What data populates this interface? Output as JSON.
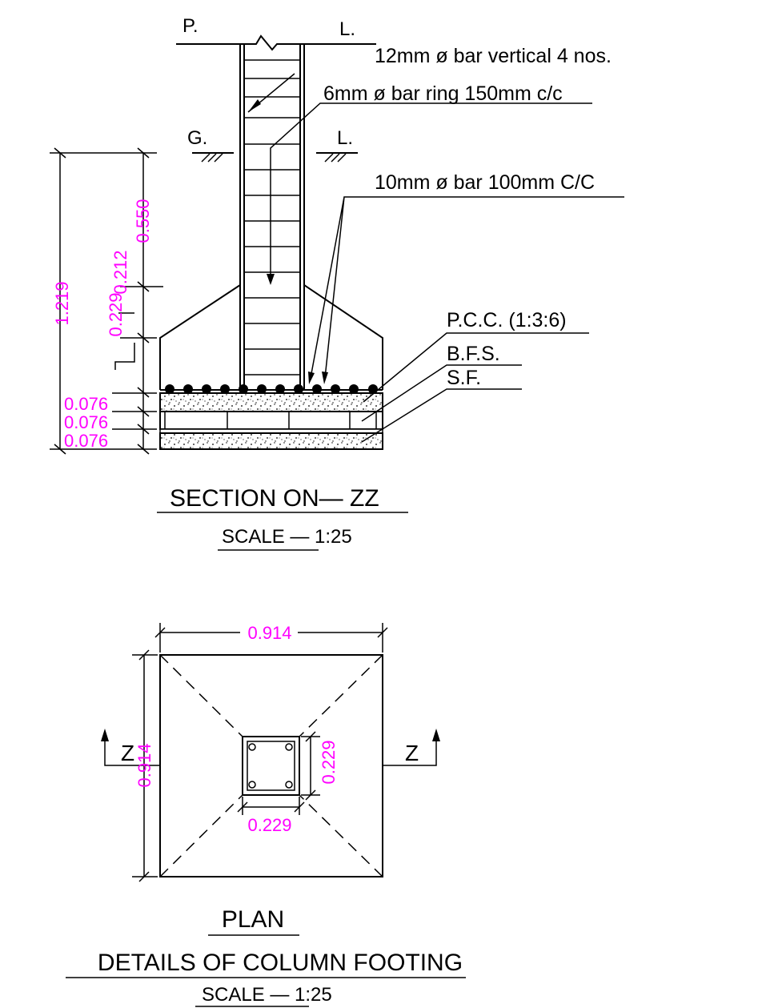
{
  "colors": {
    "line": "#000000",
    "dimension": "#ff00ff",
    "background": "#ffffff"
  },
  "section": {
    "plinth_level_left": "P.",
    "plinth_level_right": "L.",
    "ground_level_left": "G.",
    "ground_level_right": "L.",
    "label_vertical_bars": "12mm ø bar vertical 4 nos.",
    "label_ring": "6mm ø bar ring 150mm c/c",
    "label_base_bars": "10mm ø bar 100mm C/C",
    "label_pcc": "P.C.C. (1:3:6)",
    "label_bfs": "B.F.S.",
    "label_sf": "S.F.",
    "dim_total": "1.219",
    "dim_upper": "0.550",
    "dim_mid": "0.212",
    "dim_mid2": "0.229",
    "dim_layer_1": "0.076",
    "dim_layer_2": "0.076",
    "dim_layer_3": "0.076",
    "title": "SECTION ON— ZZ",
    "scale": "SCALE — 1:25"
  },
  "plan": {
    "dim_width": "0.914",
    "dim_height": "0.914",
    "dim_column_w": "0.229",
    "dim_column_h": "0.229",
    "cut_left": "Z",
    "cut_right": "Z",
    "title": "PLAN",
    "subtitle": "DETAILS OF COLUMN FOOTING",
    "scale": "SCALE — 1:25"
  }
}
